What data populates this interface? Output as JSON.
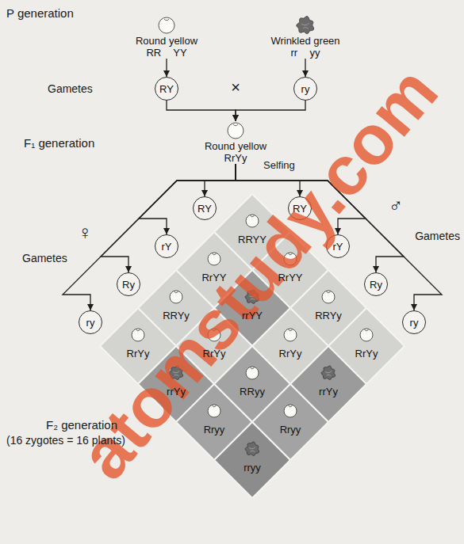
{
  "diagram": {
    "nodes": [
      {
        "text": [
          "Round yellow",
          "RR YY"
        ]
      },
      {
        "text": [
          "Wrinkled green",
          "rr yy"
        ]
      },
      {
        "text": [
          "RY"
        ]
      },
      {
        "text": [
          "ry"
        ]
      },
      {
        "text": [
          "Round yellow",
          "RrYy"
        ]
      },
      {
        "text": [
          "RY"
        ]
      },
      {
        "text": [
          "rY"
        ]
      },
      {
        "text": [
          "Ry"
        ]
      },
      {
        "text": [
          "ry"
        ]
      },
      {
        "text": [
          "RY"
        ]
      },
      {
        "text": [
          "rY"
        ]
      },
      {
        "text": [
          "Ry"
        ]
      },
      {
        "text": [
          "ry"
        ]
      },
      {
        "text": [
          "RRYY"
        ]
      },
      {
        "text": [
          "RrYY"
        ]
      },
      {
        "text": [
          "RrYY"
        ]
      },
      {
        "text": [
          "RRYy"
        ]
      },
      {
        "text": [
          "rrYY"
        ]
      },
      {
        "text": [
          "RRYy"
        ]
      },
      {
        "text": [
          "RrYy"
        ]
      },
      {
        "text": [
          "RrYy"
        ]
      },
      {
        "text": [
          "RrYy"
        ]
      },
      {
        "text": [
          "RrYy"
        ]
      },
      {
        "text": [
          "rrYy"
        ]
      },
      {
        "text": [
          "RRyy"
        ]
      },
      {
        "text": [
          "rrYy"
        ]
      },
      {
        "text": [
          "Rryy"
        ]
      },
      {
        "text": [
          "Rryy"
        ]
      },
      {
        "text": [
          "rryy"
        ]
      }
    ],
    "edges": [
      {
        "from": 0,
        "to": 2,
        "arrow": "to"
      },
      {
        "from": 1,
        "to": 3,
        "arrow": "to"
      },
      {
        "from": 2,
        "to": 4,
        "arrow": "to"
      },
      {
        "from": 3,
        "to": 4,
        "arrow": "to"
      },
      {
        "from": 4,
        "to": 5,
        "arrow": "to"
      },
      {
        "from": 4,
        "to": 6,
        "arrow": "to"
      },
      {
        "from": 4,
        "to": 7,
        "arrow": "to"
      },
      {
        "from": 4,
        "to": 8,
        "arrow": "to"
      },
      {
        "from": 4,
        "to": 9,
        "arrow": "to"
      },
      {
        "from": 4,
        "to": 10,
        "arrow": "to"
      },
      {
        "from": 4,
        "to": 11,
        "arrow": "to"
      },
      {
        "from": 4,
        "to": 12,
        "arrow": "to"
      }
    ],
    "labels": [
      "P generation",
      "Gametes",
      "×",
      "F₁ generation",
      "Selfing",
      "♀",
      "Gametes",
      "♂",
      "Gametes",
      "F₂ generation",
      "(16 zygotes = 16 plants)",
      "atomstudy.com"
    ]
  }
}
